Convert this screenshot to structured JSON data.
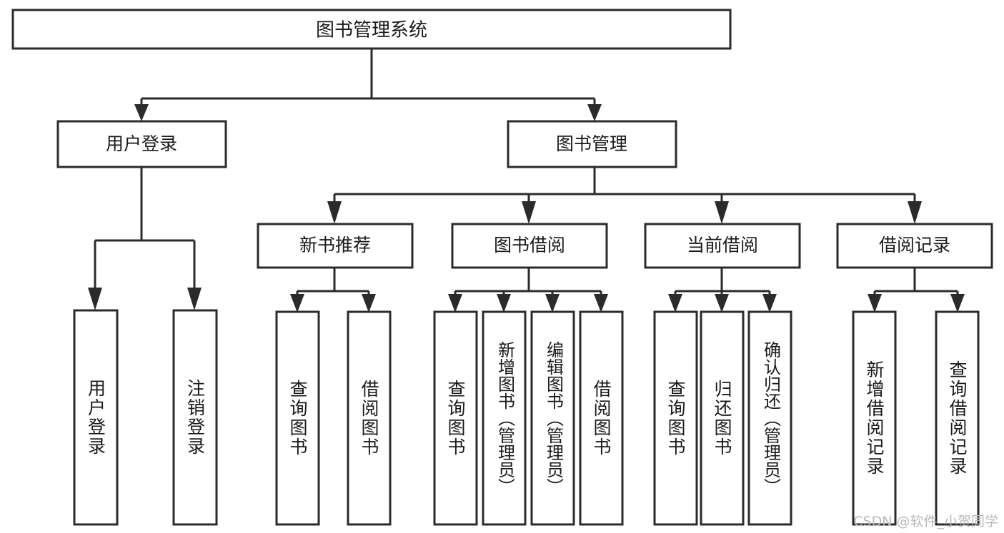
{
  "diagram": {
    "type": "hierarchy-tree",
    "title": "图书管理系统",
    "root": {
      "id": "root",
      "label": "图书管理系统"
    },
    "level2": [
      {
        "id": "user-login",
        "label": "用户登录"
      },
      {
        "id": "book-manage",
        "label": "图书管理"
      }
    ],
    "level3": [
      {
        "id": "new-book-recommend",
        "label": "新书推荐",
        "parent": "book-manage"
      },
      {
        "id": "book-borrow",
        "label": "图书借阅",
        "parent": "book-manage"
      },
      {
        "id": "current-borrow",
        "label": "当前借阅",
        "parent": "book-manage"
      },
      {
        "id": "borrow-record",
        "label": "借阅记录",
        "parent": "book-manage"
      }
    ],
    "leaves": [
      {
        "id": "leaf-user-login",
        "label": "用户登录",
        "parent": "user-login"
      },
      {
        "id": "leaf-user-logout",
        "label": "注销登录",
        "parent": "user-login"
      },
      {
        "id": "leaf-query-book-1",
        "label": "查询图书",
        "parent": "new-book-recommend"
      },
      {
        "id": "leaf-borrow-book-1",
        "label": "借阅图书",
        "parent": "new-book-recommend"
      },
      {
        "id": "leaf-query-book-2",
        "label": "查询图书",
        "parent": "book-borrow"
      },
      {
        "id": "leaf-add-book",
        "label": "新增图书（管理员）",
        "parent": "book-borrow"
      },
      {
        "id": "leaf-edit-book",
        "label": "编辑图书（管理员）",
        "parent": "book-borrow"
      },
      {
        "id": "leaf-borrow-book-2",
        "label": "借阅图书",
        "parent": "book-borrow"
      },
      {
        "id": "leaf-query-book-3",
        "label": "查询图书",
        "parent": "current-borrow"
      },
      {
        "id": "leaf-return-book",
        "label": "归还图书",
        "parent": "current-borrow"
      },
      {
        "id": "leaf-confirm-return",
        "label": "确认归还（管理员）",
        "parent": "current-borrow"
      },
      {
        "id": "leaf-add-record",
        "label": "新增借阅记录",
        "parent": "borrow-record"
      },
      {
        "id": "leaf-query-record",
        "label": "查询借阅记录",
        "parent": "borrow-record"
      }
    ],
    "colors": {
      "box_stroke": "#2b2b2b",
      "box_fill": "#ffffff",
      "connector": "#2b2b2b",
      "text": "#1a1a1a",
      "watermark": "#b9b9b9",
      "background": "#ffffff"
    }
  },
  "watermark": {
    "text": "CSDN @软件_小贺同学"
  }
}
